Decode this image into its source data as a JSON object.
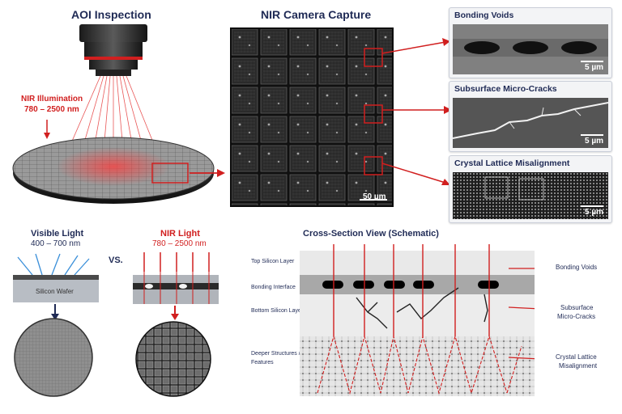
{
  "aoi": {
    "title": "AOI Inspection",
    "nir_label_line1": "NIR Illumination",
    "nir_label_line2": "780 – 2500 nm"
  },
  "camera": {
    "title": "NIR Camera Capture",
    "scale": "50 µm"
  },
  "defect_panels": [
    {
      "title": "Bonding Voids",
      "scale": "5 µm"
    },
    {
      "title": "Subsurface Micro-Cracks",
      "scale": "5 µm"
    },
    {
      "title": "Crystal Lattice Misalignment",
      "scale": "5 µm"
    }
  ],
  "comparison": {
    "visible_title": "Visible Light",
    "visible_range": "400 – 700 nm",
    "vs": "VS.",
    "nir_title": "NIR Light",
    "nir_range": "780 – 2500 nm",
    "wafer_label": "Silicon Wafer"
  },
  "cross_section": {
    "title": "Cross-Section View (Schematic)",
    "layers": [
      "Top Silicon Layer",
      "Bonding Interface",
      "Bottom Silicon Layer",
      "Deeper Structures /",
      "Features"
    ],
    "callouts": [
      "Bonding Voids",
      "Subsurface",
      "Micro-Cracks",
      "Crystal Lattice",
      "Misalignment"
    ]
  },
  "colors": {
    "accent_red": "#d11f1f",
    "navy": "#1f2a55"
  }
}
